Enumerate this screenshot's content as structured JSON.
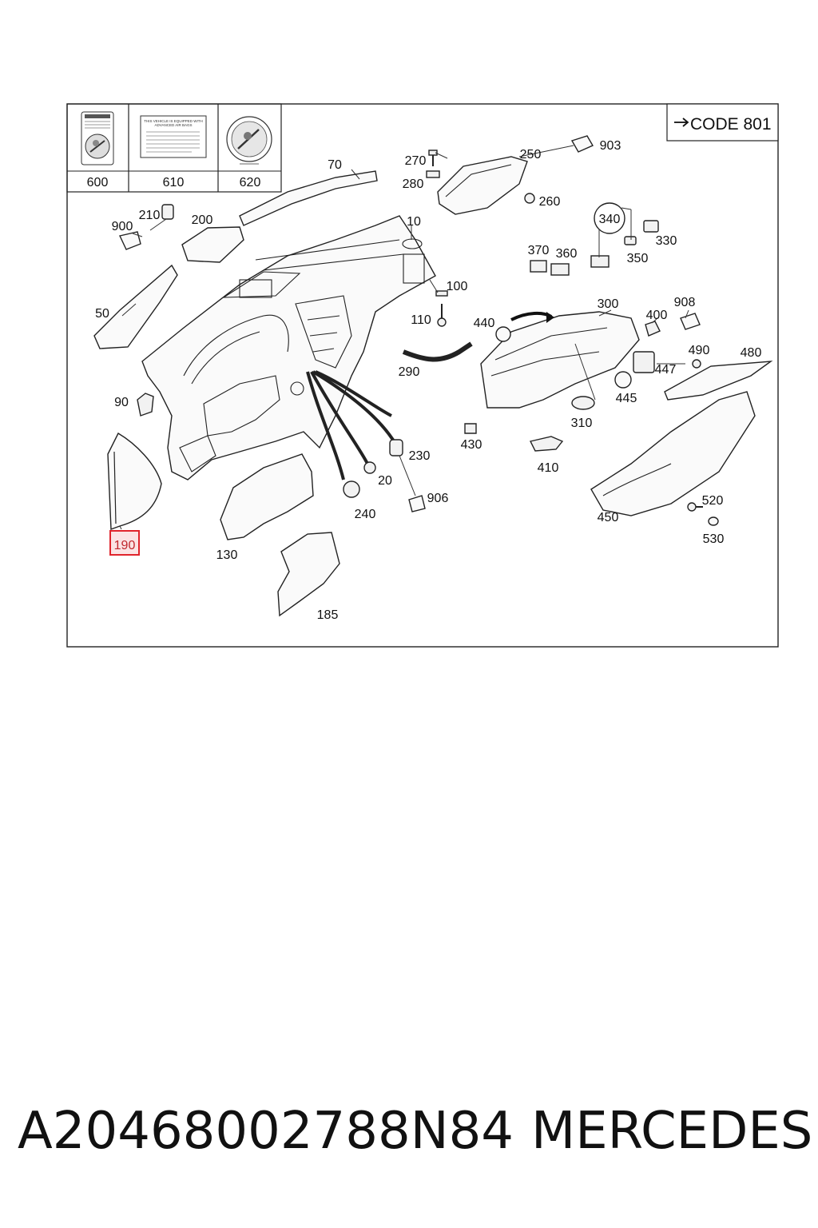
{
  "diagram": {
    "code_box": "CODE 801",
    "code_arrow_icon": "arrow-right-icon",
    "label_cards": [
      {
        "number": "600",
        "icon": "airbag-warning-label-icon"
      },
      {
        "number": "610",
        "icon": "airbag-info-sticker-icon",
        "sticker_heading": "THIS VEHICLE IS EQUIPPED WITH ADVANCED AIR BAGS"
      },
      {
        "number": "620",
        "icon": "airbag-round-label-icon"
      }
    ],
    "callouts": {
      "p10": "10",
      "p20": "20",
      "p50": "50",
      "p70": "70",
      "p90": "90",
      "p100": "100",
      "p110": "110",
      "p130": "130",
      "p185": "185",
      "p190": "190",
      "p200": "200",
      "p210": "210",
      "p230": "230",
      "p240": "240",
      "p250": "250",
      "p260": "260",
      "p270": "270",
      "p280": "280",
      "p290": "290",
      "p300": "300",
      "p310": "310",
      "p330": "330",
      "p340": "340",
      "p350": "350",
      "p360": "360",
      "p370": "370",
      "p400": "400",
      "p410": "410",
      "p430": "430",
      "p440": "440",
      "p445": "445",
      "p447": "447",
      "p450": "450",
      "p480": "480",
      "p490": "490",
      "p520": "520",
      "p530": "530",
      "p900": "900",
      "p903": "903",
      "p906": "906",
      "p908": "908"
    },
    "highlighted_callout": "190",
    "highlight_color": "#e0242c",
    "highlight_fill": "#fbe3e4"
  },
  "footer": {
    "part_number": "A20468002788N84",
    "brand": "MERCEDES"
  }
}
